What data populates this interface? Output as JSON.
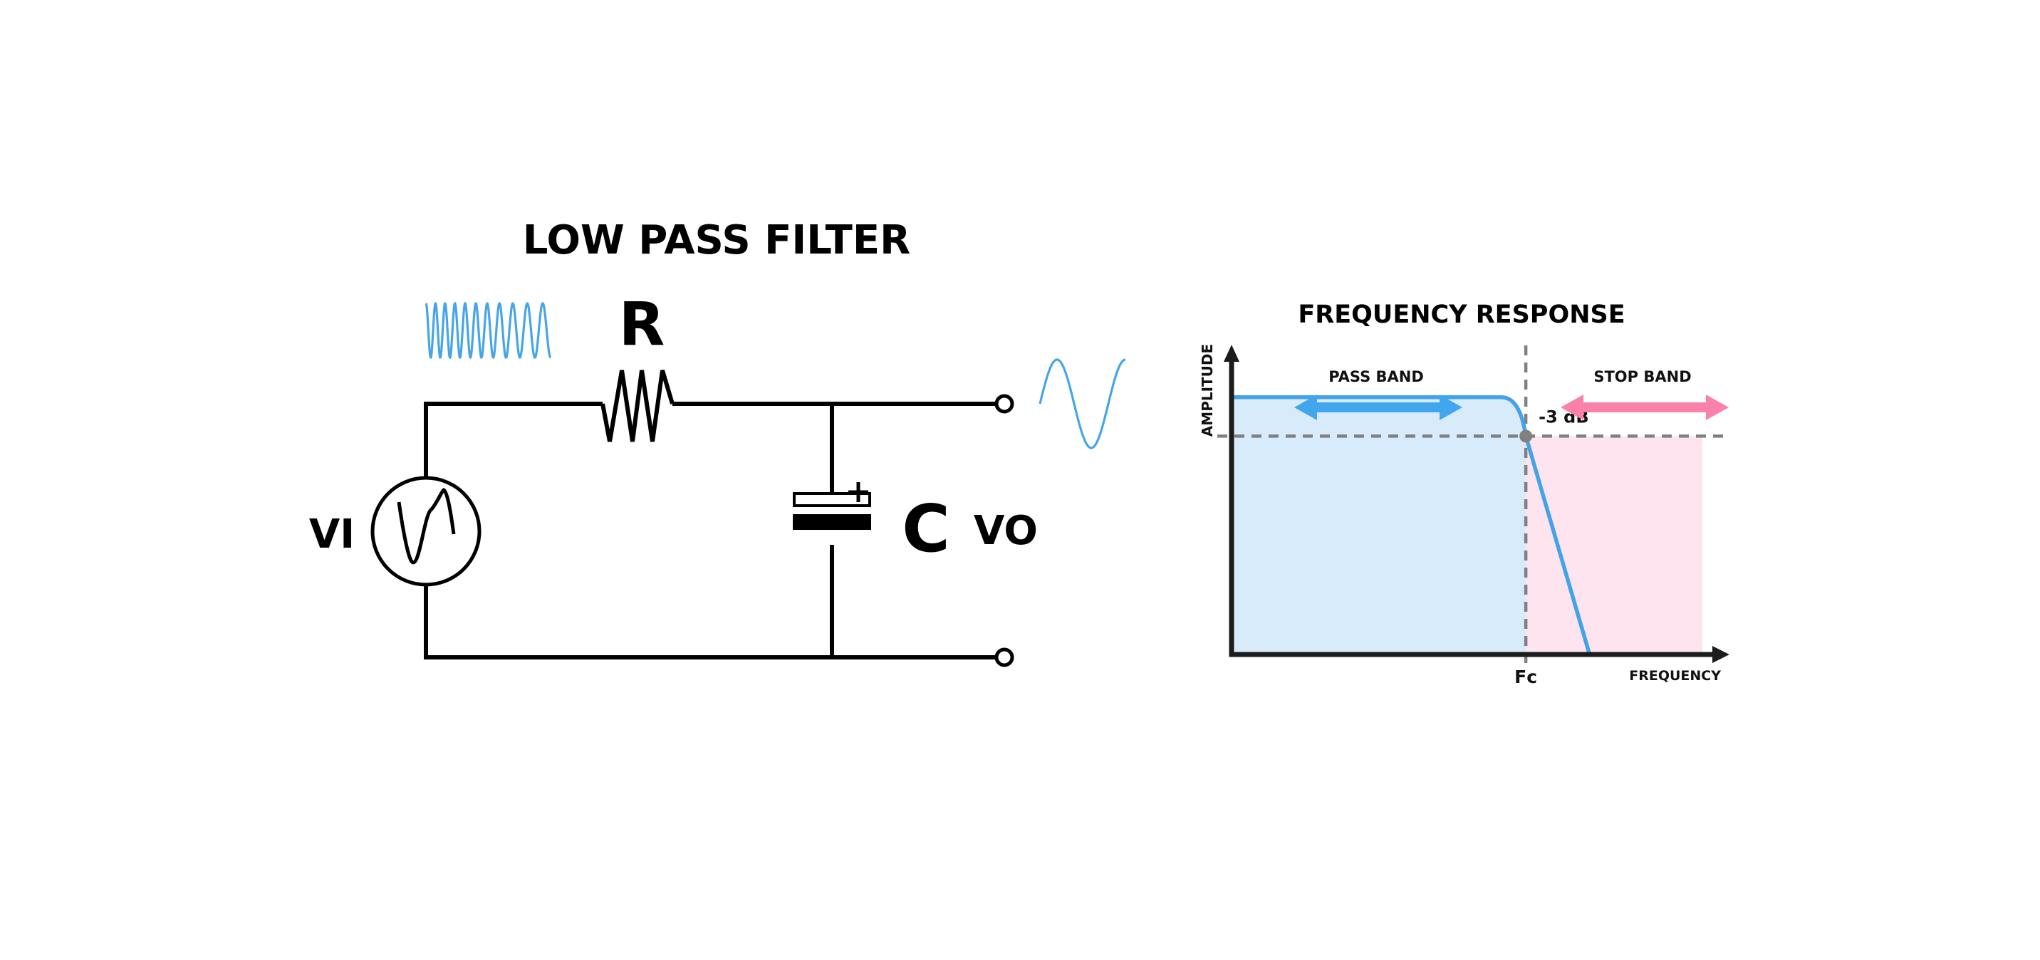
{
  "colors": {
    "wire": "#000000",
    "signal": "#45a5e8",
    "pass_arrow": "#42a6ee",
    "stop_arrow": "#fb81aa",
    "pass_fill": "#d8ebfa",
    "stop_fill": "#fde4ee",
    "curve": "#43a3e6",
    "guide": "#808080",
    "axis": "#1c1c1c"
  },
  "circuit": {
    "title": "LOW PASS FILTER",
    "resistor_label": "R",
    "capacitor_label": "C",
    "capacitor_polarity": "+",
    "input_label": "VI",
    "output_label": "VO",
    "input_signal": "high-frequency sine (input)",
    "output_signal": "low-frequency sine (output)"
  },
  "chart_data": {
    "type": "line",
    "title": "FREQUENCY RESPONSE",
    "xlabel": "FREQUENCY",
    "ylabel": "AMPLITUDE",
    "x_ticks": [
      "Fc"
    ],
    "annotations": {
      "cutoff_label": "-3 dB",
      "pass_band_label": "PASS BAND",
      "stop_band_label": "STOP BAND"
    },
    "xlim": [
      0,
      1
    ],
    "ylim": [
      0,
      1
    ],
    "cutoff_x": 0.6,
    "cutoff_level": 0.73,
    "passband_level": 0.86,
    "stopband_end_x": 0.96,
    "series": [
      {
        "name": "response",
        "x": [
          0,
          0.55,
          0.6,
          0.73
        ],
        "y": [
          0.86,
          0.86,
          0.73,
          0.0
        ]
      }
    ],
    "grid": false
  }
}
